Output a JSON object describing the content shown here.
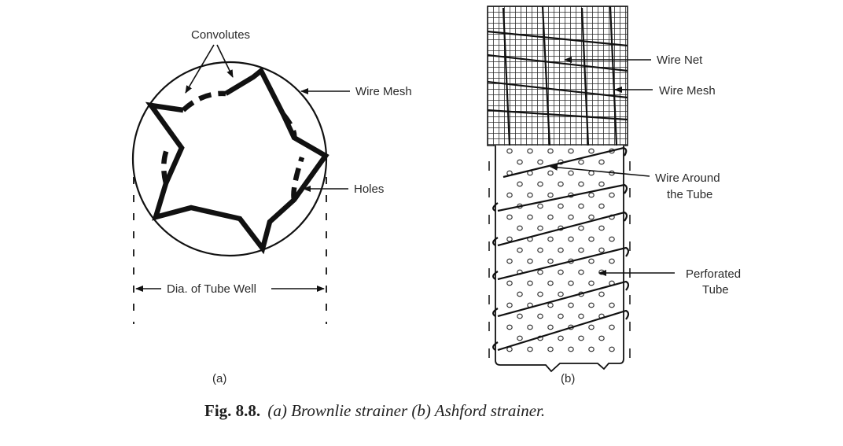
{
  "diagram_a": {
    "convolutes_label": "Convolutes",
    "wire_mesh_label": "Wire Mesh",
    "holes_label": "Holes",
    "dia_label": "Dia. of Tube Well",
    "sub_label": "(a)"
  },
  "diagram_b": {
    "wire_net_label": "Wire Net",
    "wire_mesh_label": "Wire Mesh",
    "wire_around_line1": "Wire Around",
    "wire_around_line2": "the Tube",
    "perforated_line1": "Perforated",
    "perforated_line2": "Tube",
    "sub_label": "(b)"
  },
  "caption": {
    "fig_number": "Fig. 8.8.",
    "text": " (a) Brownlie strainer (b) Ashford strainer."
  }
}
